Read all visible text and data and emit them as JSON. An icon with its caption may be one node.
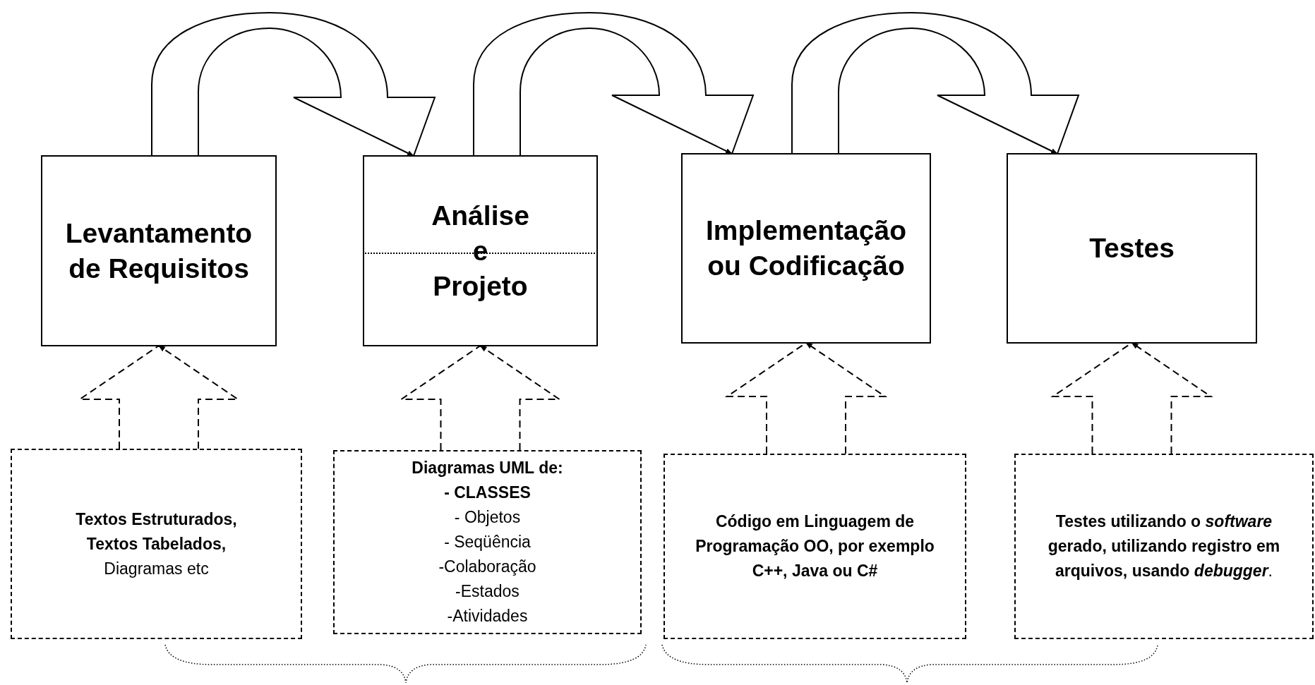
{
  "diagram": {
    "nodes": [
      {
        "text": [
          "Levantamento de Requisitos"
        ]
      },
      {
        "text": [
          "Análise e Projeto"
        ]
      },
      {
        "text": [
          "Implementação ou Codificação"
        ]
      },
      {
        "text": [
          "Testes"
        ]
      },
      {
        "text": [
          "**Textos Estruturados, Textos Tabelados,** Diagramas etc"
        ]
      },
      {
        "text": [
          "**Diagramas UML de:**",
          "**- CLASSES**",
          "- Objetos",
          "- Seqüência",
          "-Colaboração",
          "-Estados",
          "-Atividades"
        ]
      },
      {
        "text": [
          "**Código em Linguagem de Programação OO, por exemplo C++, Java ou C#**"
        ]
      },
      {
        "text": [
          "**Testes utilizando o** *software* **gerado, utilizando registro em arquivos, usando** *debugger*."
        ]
      }
    ],
    "edges": [
      {
        "from": 0,
        "to": 1,
        "arrow": "to"
      },
      {
        "from": 1,
        "to": 2,
        "arrow": "to"
      },
      {
        "from": 2,
        "to": 3,
        "arrow": "to"
      },
      {
        "from": 4,
        "to": 0,
        "arrow": "to",
        "style": "dashed"
      },
      {
        "from": 5,
        "to": 1,
        "arrow": "to",
        "style": "dashed"
      },
      {
        "from": 6,
        "to": 2,
        "arrow": "to",
        "style": "dashed"
      },
      {
        "from": 7,
        "to": 3,
        "arrow": "to",
        "style": "dashed"
      }
    ]
  }
}
